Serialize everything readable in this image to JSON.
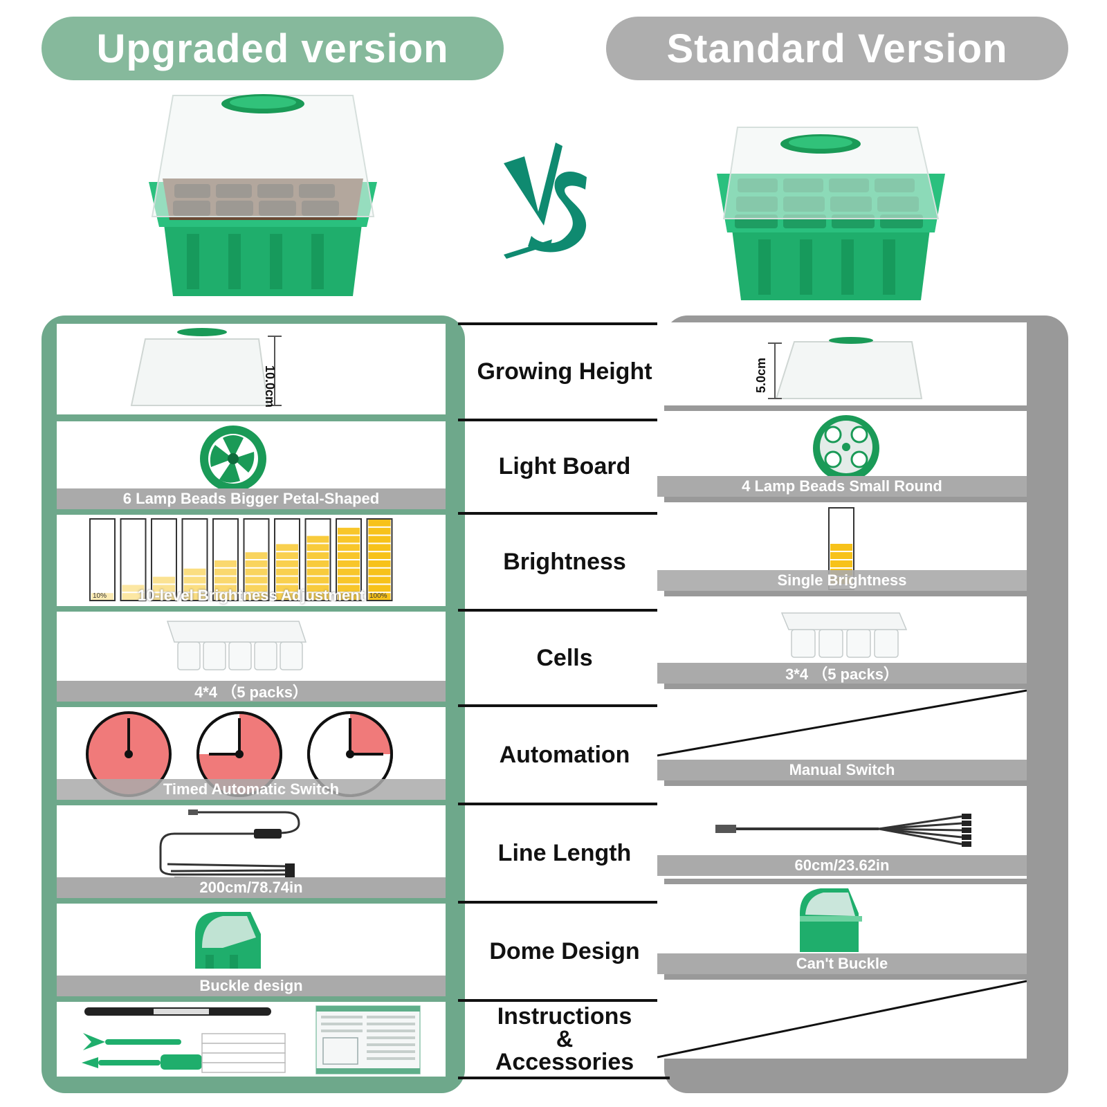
{
  "headers": {
    "upgraded": "Upgraded version",
    "standard": "Standard Version"
  },
  "vs_text": "VS",
  "rows": [
    {
      "feature": "Growing Height",
      "upgraded": "",
      "upgraded_dim": "10.0cm",
      "standard": "",
      "standard_dim": "5.0cm"
    },
    {
      "feature": "Light Board",
      "upgraded": "6 Lamp Beads Bigger Petal-Shaped",
      "standard": "4 Lamp Beads Small Round"
    },
    {
      "feature": "Brightness",
      "upgraded": "10-level Brightness Adjustment",
      "standard": "Single Brightness",
      "levels_min": "10%",
      "levels_max": "100%"
    },
    {
      "feature": "Cells",
      "upgraded": "4*4 （5 packs）",
      "standard": "3*4 （5 packs）"
    },
    {
      "feature": "Automation",
      "upgraded": "Timed Automatic Switch",
      "standard": "Manual Switch"
    },
    {
      "feature": "Line Length",
      "upgraded": "200cm/78.74in",
      "standard": "60cm/23.62in"
    },
    {
      "feature": "Dome Design",
      "upgraded": "Buckle design",
      "standard": "Can't Buckle"
    },
    {
      "feature": "Instructions & Accessories",
      "feature_lines": [
        "Instructions",
        "&",
        "Accessories"
      ]
    }
  ],
  "brightness_levels": [
    0.1,
    0.2,
    0.3,
    0.4,
    0.5,
    0.6,
    0.7,
    0.8,
    0.9,
    1.0
  ],
  "colors": {
    "upgraded_green": "#6ea88b",
    "header_green": "#86b99c",
    "standard_gray": "#999999",
    "product_green": "#22b574",
    "vs_teal": "#0f8a70",
    "clock_red": "#f07a7a",
    "brightness_yellow": "#f7c21a"
  }
}
